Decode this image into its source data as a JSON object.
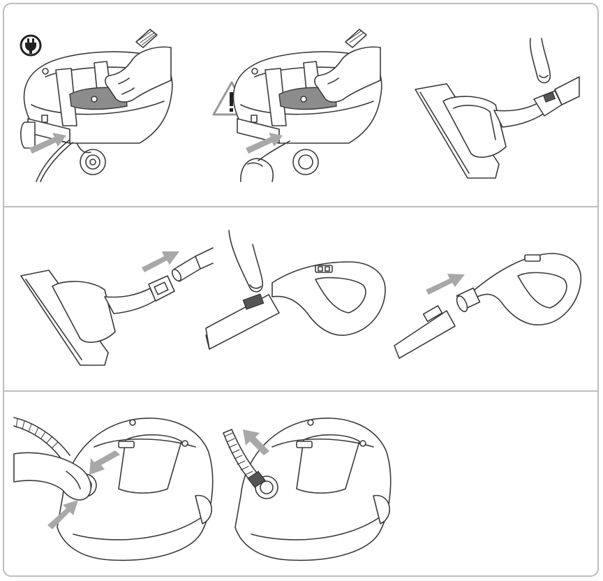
{
  "colors": {
    "border": "#bdbdbd",
    "line": "#3a3a3a",
    "arrow": "#a8a8a8",
    "button_highlight": "#8c8c8c"
  },
  "icons": [
    "power-plug-icon",
    "warning-triangle-icon"
  ],
  "panels": [
    {
      "row": 1,
      "steps": [
        "plug-in-and-press-power",
        "caution-cable-rewind",
        "press-nozzle-release"
      ]
    },
    {
      "row": 2,
      "steps": [
        "attach-nozzle-to-tube",
        "press-tube-release",
        "attach-tube-to-handle"
      ]
    },
    {
      "row": 3,
      "steps": [
        "insert-hose",
        "remove-hose"
      ]
    }
  ]
}
